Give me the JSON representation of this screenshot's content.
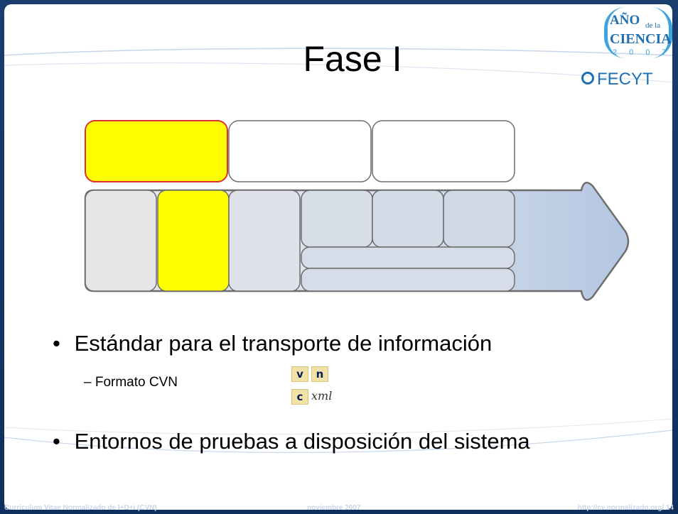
{
  "slide": {
    "title": "Fase I"
  },
  "logo": {
    "ano": "AÑO",
    "dela": "de la",
    "ciencia": "CIENCIA",
    "year": "2 0 0 7",
    "fecyt": "FECYT"
  },
  "bullets": {
    "b1": "Estándar para el transporte de información",
    "sub1": "Formato CVN",
    "b2": "Entornos de pruebas a disposición del sistema"
  },
  "cvn_logo": {
    "v": "v",
    "n": "n",
    "c": "c",
    "xml": "xml"
  },
  "footer": {
    "left": "Currículum Vitae Normalizado de I+D+i (CVN)",
    "center": "noviembre 2007",
    "right": "http://cv.normalizado.org/  14"
  },
  "colors": {
    "highlight": "#ffff00",
    "highlight_border": "#e03030",
    "arrow_fill_end": "#b7c8e2",
    "frame": "#0f2f5e"
  }
}
